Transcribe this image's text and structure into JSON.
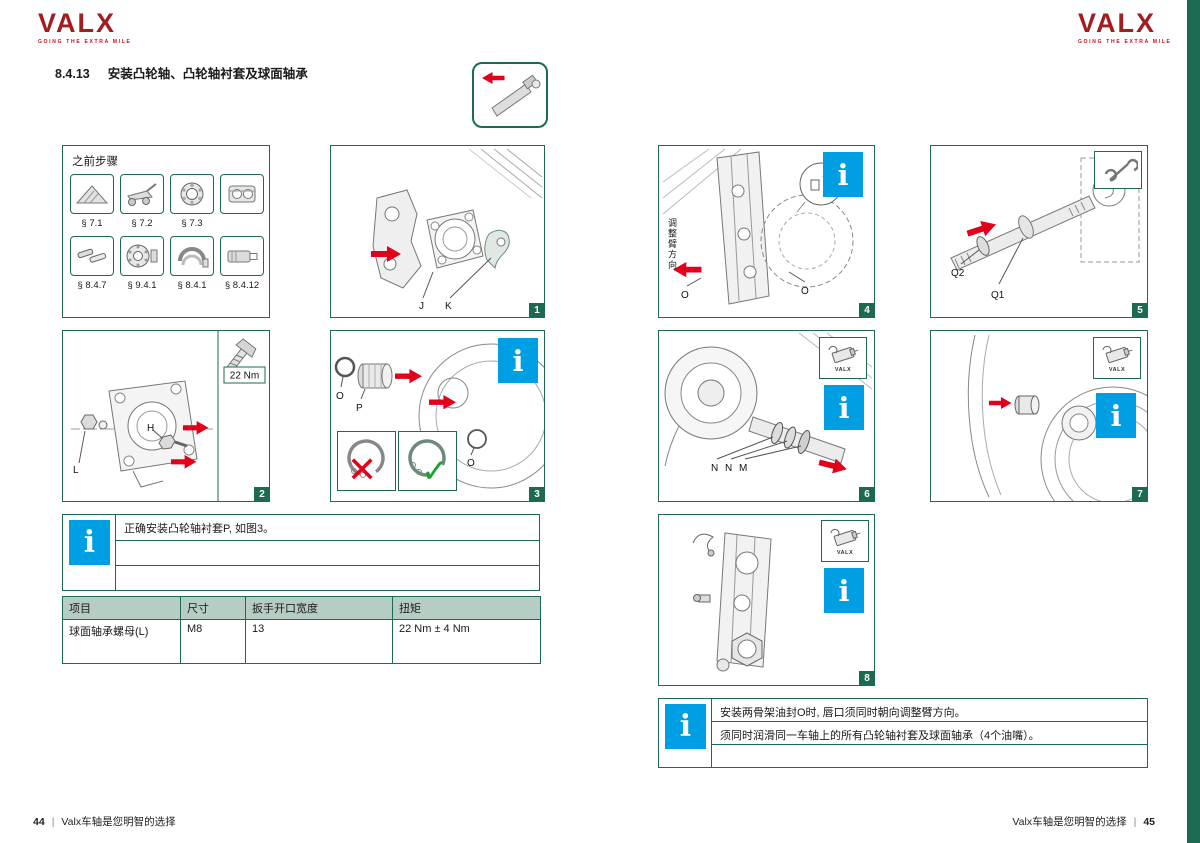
{
  "colors": {
    "green": "#1d6a52",
    "red": "#e2001a",
    "blue": "#009fe3",
    "table_header_bg": "#b6cdc3",
    "logo_red": "#a01d20"
  },
  "branding": {
    "logo": "VALX",
    "tagline": "GOING THE EXTRA MILE"
  },
  "header": {
    "section_number": "8.4.13",
    "section_title": "安装凸轮轴、凸轮轴衬套及球面轴承"
  },
  "prev_steps": {
    "title": "之前步骤",
    "row1": [
      "§ 7.1",
      "§ 7.2",
      "§ 7.3",
      ""
    ],
    "row2": [
      "§ 8.4.7",
      "§ 9.4.1",
      "§ 8.4.1",
      "§ 8.4.12"
    ]
  },
  "icons": {
    "info": "i",
    "cross": "✕",
    "check": "✓",
    "grease_label": "VALX"
  },
  "panels": {
    "p1": {
      "badge": "1",
      "label_j": "J",
      "label_k": "K"
    },
    "p2": {
      "badge": "2",
      "label_l": "L",
      "label_h": "H",
      "torque": "22 Nm"
    },
    "p3": {
      "badge": "3",
      "label_o1": "O",
      "label_p": "P",
      "label_o2": "O"
    },
    "p4": {
      "badge": "4",
      "arm_direction": "调整臂方向",
      "label_o1": "O",
      "label_o2": "O"
    },
    "p5": {
      "badge": "5",
      "label_q2": "Q2",
      "label_q1": "Q1"
    },
    "p6": {
      "badge": "6",
      "label_n1": "N",
      "label_n2": "N",
      "label_m": "M"
    },
    "p7": {
      "badge": "7"
    },
    "p8": {
      "badge": "8"
    }
  },
  "note_left": {
    "line1": "正确安装凸轮轴衬套P, 如图3。"
  },
  "table": {
    "headers": [
      "项目",
      "尺寸",
      "扳手开口宽度",
      "扭矩"
    ],
    "row": [
      "球面轴承螺母(L)",
      "M8",
      "13",
      "22 Nm ± 4 Nm"
    ]
  },
  "note_right": {
    "line1": "安装两骨架油封O时, 唇口须同时朝向调整臂方向。",
    "line2": "须同时润滑同一车轴上的所有凸轮轴衬套及球面轴承（4个油嘴）。"
  },
  "footer": {
    "left_num": "44",
    "separator": "|",
    "left_text": "Valx车轴是您明智的选择",
    "right_text": "Valx车轴是您明智的选择",
    "right_num": "45"
  }
}
